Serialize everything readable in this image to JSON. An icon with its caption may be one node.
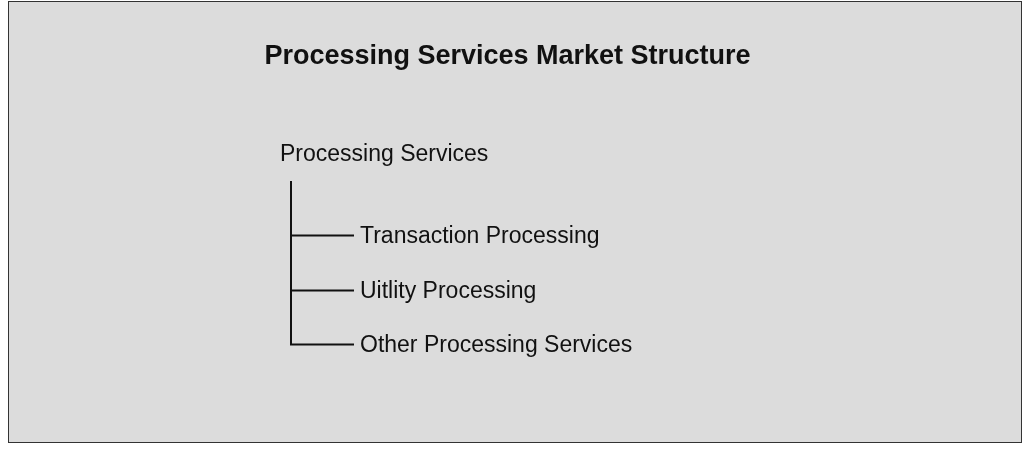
{
  "diagram": {
    "title": "Processing Services Market Structure",
    "nodes": [
      {
        "text": [
          "Processing Services"
        ]
      },
      {
        "text": [
          "Transaction Processing"
        ]
      },
      {
        "text": [
          "Uitlity Processing"
        ]
      },
      {
        "text": [
          "Other Processing Services"
        ]
      }
    ],
    "edges": [
      {
        "from": 0,
        "to": 1,
        "arrow": "none"
      },
      {
        "from": 0,
        "to": 2,
        "arrow": "none"
      },
      {
        "from": 0,
        "to": 3,
        "arrow": "none"
      }
    ]
  }
}
